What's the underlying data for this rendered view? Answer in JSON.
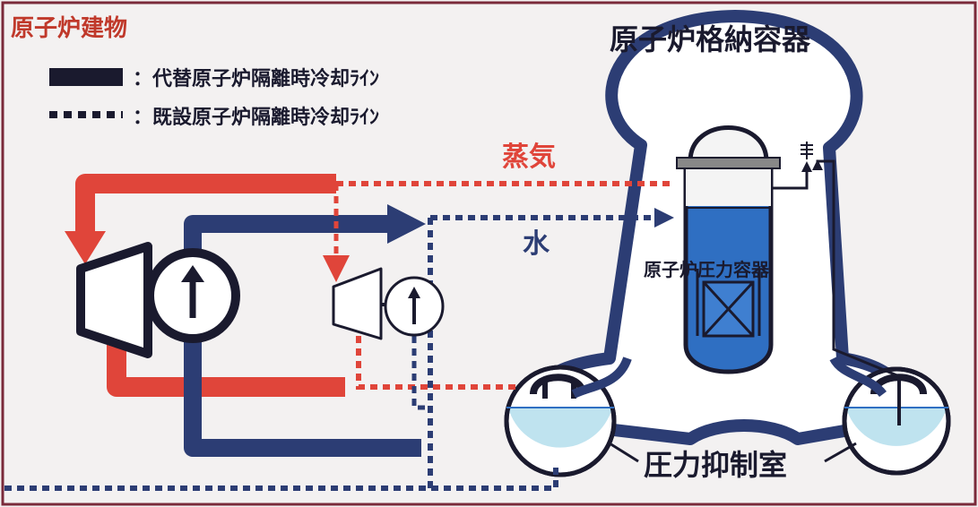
{
  "labels": {
    "building": "原子炉建物",
    "legend_new": "：代替原子炉隔離時冷却ﾗｲﾝ",
    "legend_existing": "：既設原子炉隔離時冷却ﾗｲﾝ",
    "containment": "原子炉格納容器",
    "steam": "蒸気",
    "water": "水",
    "rpv": "原子炉圧力容器",
    "suppression": "圧力抑制室"
  },
  "colors": {
    "steam_red": "#e0453a",
    "water_navy": "#2c3d74",
    "vessel_blue": "#2f6fc2",
    "pool_light": "#bfe3ef",
    "frame": "#7a2a3a",
    "line_dark": "#1a1a2e"
  },
  "icons": {
    "turbine_new": "turbine-trapezoid-icon",
    "pump_new": "pump-up-arrow-icon",
    "turbine_existing": "turbine-trapezoid-icon",
    "pump_existing": "pump-up-arrow-icon",
    "relief_valve": "valve-icon"
  }
}
